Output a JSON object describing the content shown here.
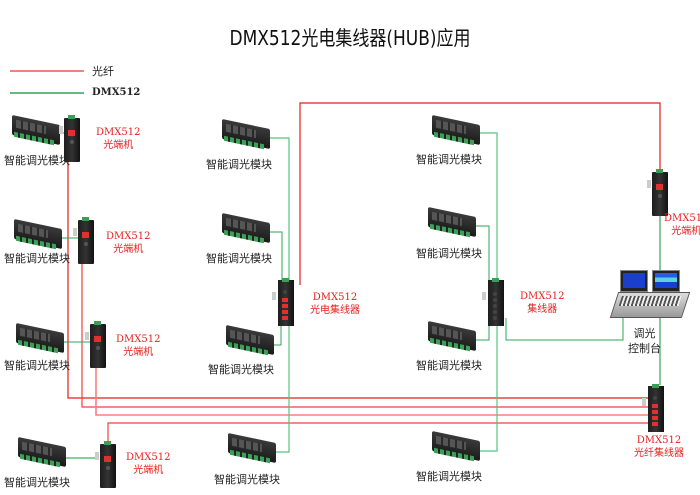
{
  "title": "DMX512光电集线器(HUB)应用",
  "legend": [
    {
      "label": "光纤",
      "color": "#f08080",
      "meaning": "fiber"
    },
    {
      "label": "DMX512",
      "color": "#2ea55a",
      "meaning": "dmx"
    }
  ],
  "colors": {
    "fiber": "#e81c1c",
    "fiber_light": "#f58080",
    "dmx": "#55c47f",
    "label_red": "#e82020"
  },
  "dimmer_label": "智能调光模块",
  "nodes": {
    "converter_label_1": "DMX512",
    "converter_label_2": "光端机",
    "opto_hub_label_1": "DMX512",
    "opto_hub_label_2": "光电集线器",
    "dmx_hub_label_1": "DMX512",
    "dmx_hub_label_2": "集线器",
    "fiber_hub_label_1": "DMX512",
    "fiber_hub_label_2": "光纤集线器",
    "console_label_1": "调光",
    "console_label_2": "控制台"
  }
}
